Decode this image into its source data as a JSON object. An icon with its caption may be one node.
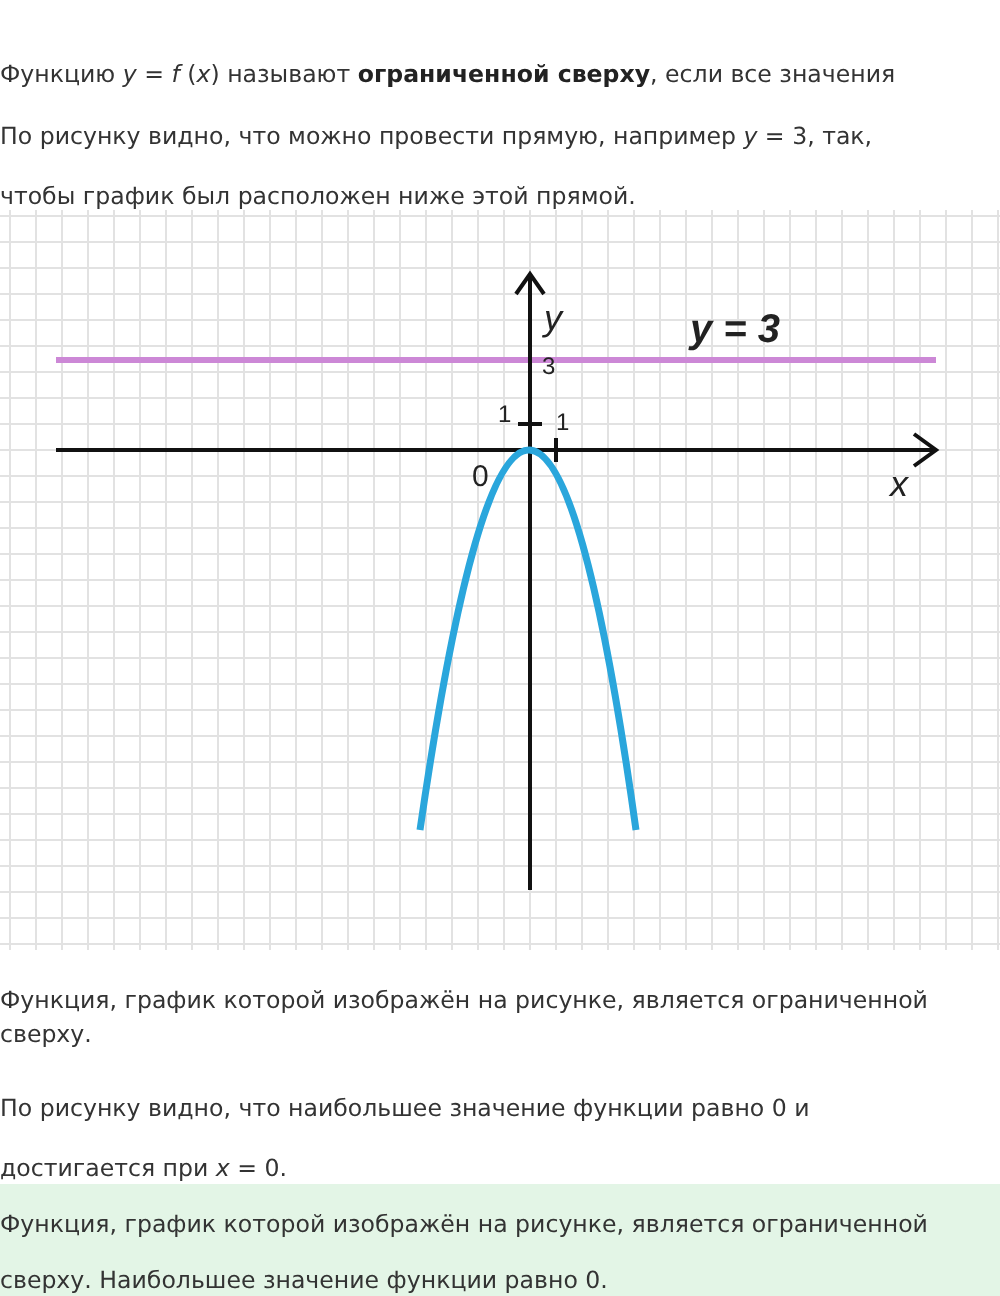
{
  "diagram": {
    "nodes": [
      {
        "text": [
          "Функция, график которой изображён на рисунке, является ограниченной сверху. Наибольшее значение функции равно 0."
        ]
      }
    ],
    "labels": [
      "Функцию *y* = *f* (*x*) называют **ограниченной сверху**, если все значения",
      "По рисунку видно, что можно провести прямую, например *y* = 3, так, чтобы график был расположен ниже этой прямой.",
      "y",
      "y = 3",
      "3",
      "1",
      "1",
      "0",
      "x",
      "Функция, график которой изображён на рисунке, является ограниченной сверху.",
      "По рисунку видно, что наибольшее значение функции равно 0 и достигается при *x* = 0."
    ]
  }
}
